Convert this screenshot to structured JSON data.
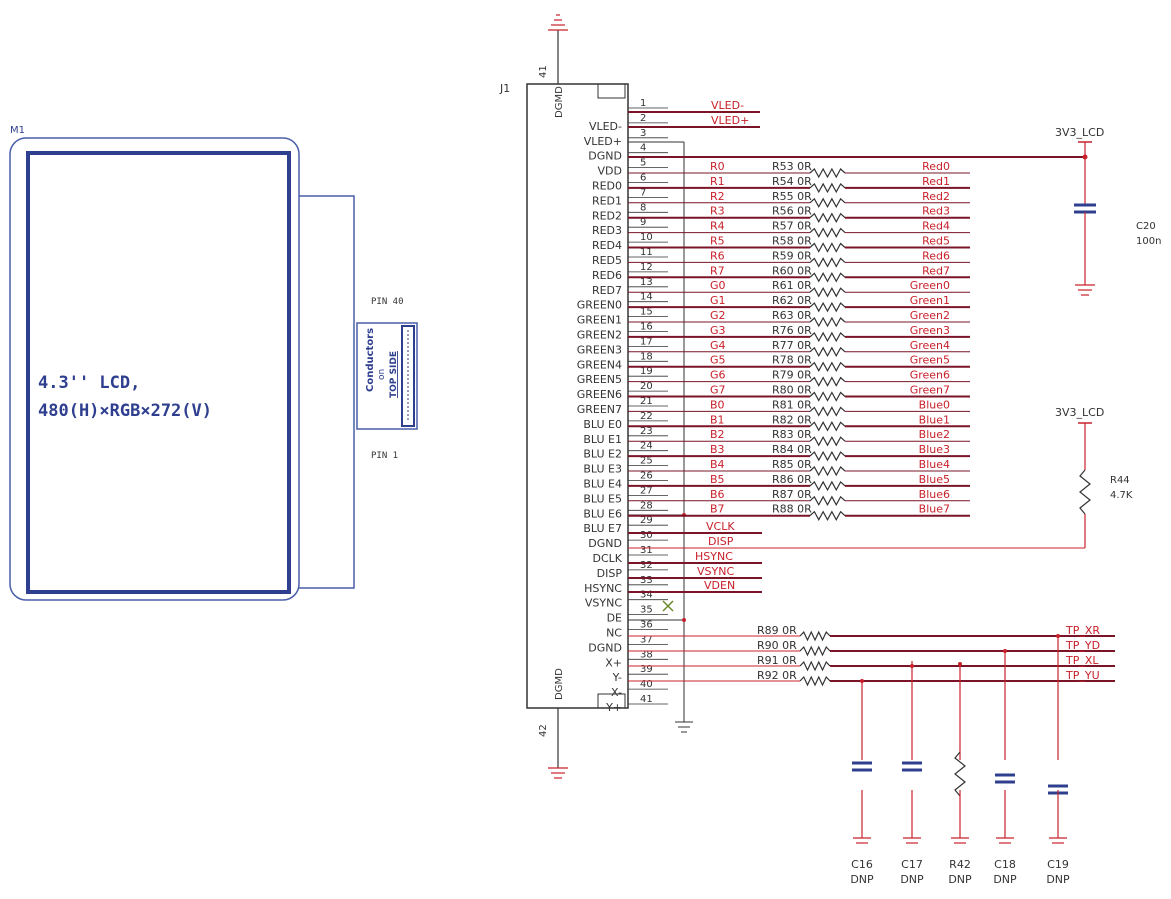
{
  "colors": {
    "black": "#333333",
    "blue": "#2f3f8f",
    "red": "#c8202a",
    "darkred": "#7a1426",
    "frame": "#4a5ea8"
  },
  "module": {
    "ref": "M1",
    "line1": "4.3'' LCD,",
    "line2": "480(H)×RGB×272(V)",
    "pin_top": "PIN 40",
    "pin_bottom": "PIN 1",
    "conductors": "Conductors",
    "on": "on",
    "top_side": "TOP SIDE"
  },
  "connector": {
    "ref": "J1",
    "top_pin": "41",
    "bottom_pin": "42",
    "dgmd": "DGMD",
    "pins": [
      {
        "num": "1",
        "name": ""
      },
      {
        "num": "2",
        "name": "VLED-"
      },
      {
        "num": "3",
        "name": "VLED+"
      },
      {
        "num": "4",
        "name": "DGND"
      },
      {
        "num": "5",
        "name": "VDD"
      },
      {
        "num": "6",
        "name": "RED0"
      },
      {
        "num": "7",
        "name": "RED1"
      },
      {
        "num": "8",
        "name": "RED2"
      },
      {
        "num": "9",
        "name": "RED3"
      },
      {
        "num": "10",
        "name": "RED4"
      },
      {
        "num": "11",
        "name": "RED5"
      },
      {
        "num": "12",
        "name": "RED6"
      },
      {
        "num": "13",
        "name": "RED7"
      },
      {
        "num": "14",
        "name": "GREEN0"
      },
      {
        "num": "15",
        "name": "GREEN1"
      },
      {
        "num": "16",
        "name": "GREEN2"
      },
      {
        "num": "17",
        "name": "GREEN3"
      },
      {
        "num": "18",
        "name": "GREEN4"
      },
      {
        "num": "19",
        "name": "GREEN5"
      },
      {
        "num": "20",
        "name": "GREEN6"
      },
      {
        "num": "21",
        "name": "GREEN7"
      },
      {
        "num": "22",
        "name": "BLU E0"
      },
      {
        "num": "23",
        "name": "BLU E1"
      },
      {
        "num": "24",
        "name": "BLU E2"
      },
      {
        "num": "25",
        "name": "BLU E3"
      },
      {
        "num": "26",
        "name": "BLU E4"
      },
      {
        "num": "27",
        "name": "BLU E5"
      },
      {
        "num": "28",
        "name": "BLU E6"
      },
      {
        "num": "29",
        "name": "BLU E7"
      },
      {
        "num": "30",
        "name": "DGND"
      },
      {
        "num": "31",
        "name": "DCLK"
      },
      {
        "num": "32",
        "name": "DISP"
      },
      {
        "num": "33",
        "name": "HSYNC"
      },
      {
        "num": "34",
        "name": "VSYNC"
      },
      {
        "num": "35",
        "name": "DE"
      },
      {
        "num": "36",
        "name": "NC"
      },
      {
        "num": "37",
        "name": "DGND"
      },
      {
        "num": "38",
        "name": "X+"
      },
      {
        "num": "39",
        "name": "Y-"
      },
      {
        "num": "40",
        "name": "X-"
      },
      {
        "num": "41",
        "name": "Y+"
      }
    ]
  },
  "nets": {
    "vled_minus": "VLED-",
    "vled_plus": "VLED+",
    "vclk": "VCLK",
    "disp": "DISP",
    "hsync": "HSYNC",
    "vsync": "VSYNC",
    "vden": "VDEN",
    "power1": "3V3_LCD",
    "power2": "3V3_LCD",
    "tp_nets": [
      "TP_XR",
      "TP_YD",
      "TP_XL",
      "TP_YU"
    ]
  },
  "data_rows": [
    {
      "net": "R0",
      "res": "R53 0R",
      "out": "Red0"
    },
    {
      "net": "R1",
      "res": "R54 0R",
      "out": "Red1"
    },
    {
      "net": "R2",
      "res": "R55 0R",
      "out": "Red2"
    },
    {
      "net": "R3",
      "res": "R56 0R",
      "out": "Red3"
    },
    {
      "net": "R4",
      "res": "R57 0R",
      "out": "Red4"
    },
    {
      "net": "R5",
      "res": "R58 0R",
      "out": "Red5"
    },
    {
      "net": "R6",
      "res": "R59 0R",
      "out": "Red6"
    },
    {
      "net": "R7",
      "res": "R60 0R",
      "out": "Red7"
    },
    {
      "net": "G0",
      "res": "R61 0R",
      "out": "Green0"
    },
    {
      "net": "G1",
      "res": "R62 0R",
      "out": "Green1"
    },
    {
      "net": "G2",
      "res": "R63 0R",
      "out": "Green2"
    },
    {
      "net": "G3",
      "res": "R76 0R",
      "out": "Green3"
    },
    {
      "net": "G4",
      "res": "R77 0R",
      "out": "Green4"
    },
    {
      "net": "G5",
      "res": "R78 0R",
      "out": "Green5"
    },
    {
      "net": "G6",
      "res": "R79 0R",
      "out": "Green6"
    },
    {
      "net": "G7",
      "res": "R80 0R",
      "out": "Green7"
    },
    {
      "net": "B0",
      "res": "R81 0R",
      "out": "Blue0"
    },
    {
      "net": "B1",
      "res": "R82 0R",
      "out": "Blue1"
    },
    {
      "net": "B2",
      "res": "R83 0R",
      "out": "Blue2"
    },
    {
      "net": "B3",
      "res": "R84 0R",
      "out": "Blue3"
    },
    {
      "net": "B4",
      "res": "R85 0R",
      "out": "Blue4"
    },
    {
      "net": "B5",
      "res": "R86 0R",
      "out": "Blue5"
    },
    {
      "net": "B6",
      "res": "R87 0R",
      "out": "Blue6"
    },
    {
      "net": "B7",
      "res": "R88 0R",
      "out": "Blue7"
    }
  ],
  "tp_resistors": [
    "R89 0R",
    "R90 0R",
    "R91 0R",
    "R92 0R"
  ],
  "parts": {
    "c20_ref": "C20",
    "c20_val": "100n",
    "r44_ref": "R44",
    "r44_val": "4.7K",
    "bottom": [
      {
        "ref": "C16",
        "val": "DNP"
      },
      {
        "ref": "C17",
        "val": "DNP"
      },
      {
        "ref": "R42",
        "val": "DNP"
      },
      {
        "ref": "C18",
        "val": "DNP"
      },
      {
        "ref": "C19",
        "val": "DNP"
      }
    ]
  }
}
